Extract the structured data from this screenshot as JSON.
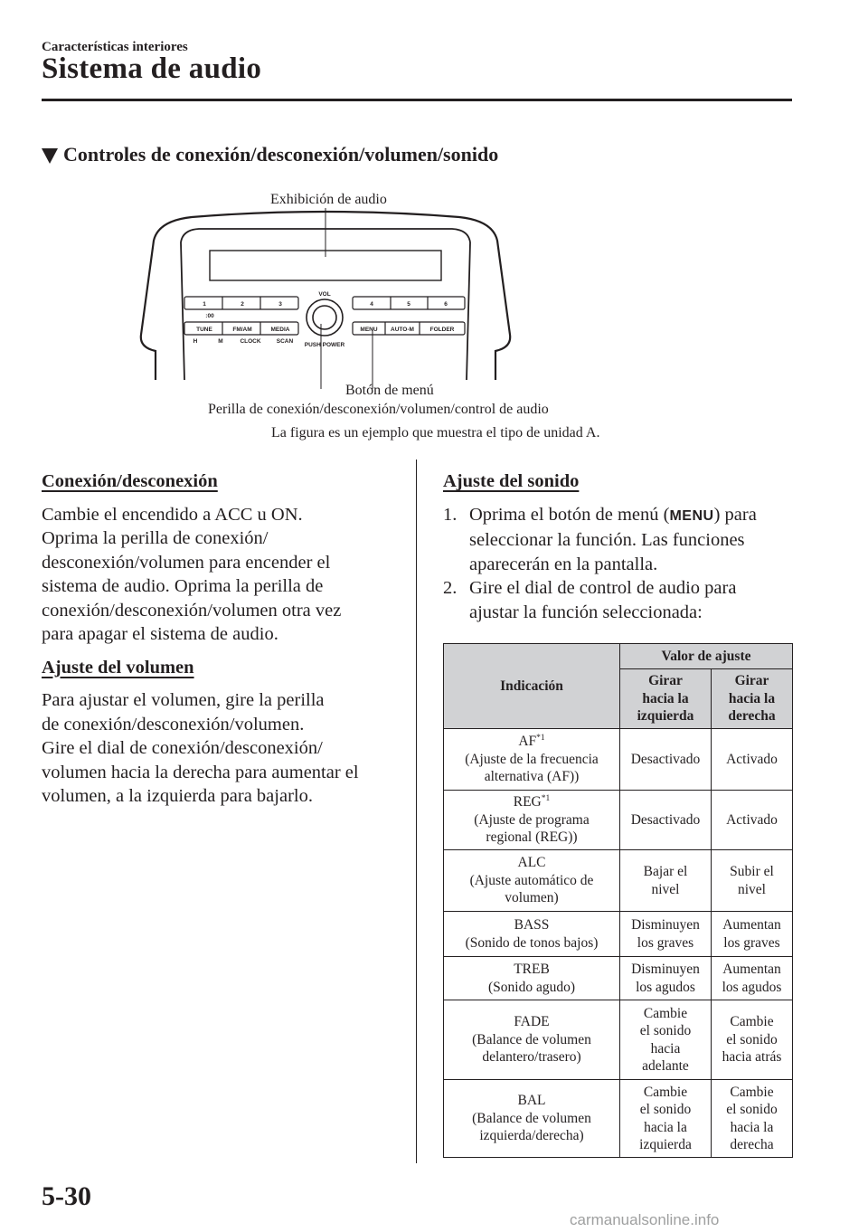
{
  "header": {
    "section_label": "Características interiores",
    "page_title": "Sistema de audio"
  },
  "section": {
    "heading": "Controles de conexión/desconexión/volumen/sonido"
  },
  "figure": {
    "callout_display": "Exhibición de audio",
    "callout_menu_button": "Botón de menú",
    "callout_knob": "Perilla de conexión/desconexión/volumen/control de audio",
    "caption": "La figura es un ejemplo que muestra el tipo de unidad A.",
    "unit_labels": {
      "vol": "VOL",
      "push_power": "PUSH POWER",
      "preset_left": [
        "1",
        "2",
        "3"
      ],
      "preset_right": [
        "4",
        "5",
        "6"
      ],
      "zero_zero": ":00",
      "tune": "TUNE",
      "fm_am": "FM/AM",
      "media": "MEDIA",
      "menu": "MENU",
      "auto_m": "AUTO-M",
      "folder": "FOLDER",
      "h": "H",
      "m": "M",
      "clock": "CLOCK",
      "scan": "SCAN"
    }
  },
  "left_column": {
    "power_heading": "Conexión/desconexión",
    "power_text": [
      "Cambie el encendido a ACC u ON.",
      "Oprima la perilla de conexión/",
      "desconexión/volumen para encender el",
      "sistema de audio. Oprima la perilla de",
      "conexión/desconexión/volumen otra vez",
      "para apagar el sistema de audio."
    ],
    "volume_heading": "Ajuste del volumen",
    "volume_text": [
      "Para ajustar el volumen, gire la perilla",
      "de conexión/desconexión/volumen.",
      "Gire el dial de conexión/desconexión/",
      "volumen hacia la derecha para aumentar el",
      "volumen, a la izquierda para bajarlo."
    ]
  },
  "right_column": {
    "sound_heading": "Ajuste del sonido",
    "steps": [
      {
        "num": "1.",
        "pre": "Oprima el botón de menú (",
        "glyph": "MENU",
        "post": ") para",
        "lines": [
          "seleccionar la función. Las funciones",
          "aparecerán en la pantalla."
        ]
      },
      {
        "num": "2.",
        "pre": "Gire el dial de control de audio para",
        "glyph": "",
        "post": "",
        "lines": [
          "ajustar la función seleccionada:"
        ]
      }
    ]
  },
  "table": {
    "col_indication": "Indicación",
    "col_value": "Valor de ajuste",
    "col_left": [
      "Girar",
      "hacia la",
      "izquierda"
    ],
    "col_right": [
      "Girar",
      "hacia la",
      "derecha"
    ],
    "rows": [
      {
        "code": "AF",
        "sup": "*1",
        "desc": [
          "(Ajuste de la frecuencia",
          "alternativa (AF))"
        ],
        "left": [
          "Desactivado"
        ],
        "right": [
          "Activado"
        ]
      },
      {
        "code": "REG",
        "sup": "*1",
        "desc": [
          "(Ajuste de programa",
          "regional (REG))"
        ],
        "left": [
          "Desactivado"
        ],
        "right": [
          "Activado"
        ]
      },
      {
        "code": "ALC",
        "sup": "",
        "desc": [
          "(Ajuste automático de",
          "volumen)"
        ],
        "left": [
          "Bajar el",
          "nivel"
        ],
        "right": [
          "Subir el",
          "nivel"
        ]
      },
      {
        "code": "BASS",
        "sup": "",
        "desc": [
          "(Sonido de tonos bajos)"
        ],
        "left": [
          "Disminuyen",
          "los graves"
        ],
        "right": [
          "Aumentan",
          "los graves"
        ]
      },
      {
        "code": "TREB",
        "sup": "",
        "desc": [
          "(Sonido agudo)"
        ],
        "left": [
          "Disminuyen",
          "los agudos"
        ],
        "right": [
          "Aumentan",
          "los agudos"
        ]
      },
      {
        "code": "FADE",
        "sup": "",
        "desc": [
          "(Balance de volumen",
          "delantero/trasero)"
        ],
        "left": [
          "Cambie",
          "el sonido",
          "hacia",
          "adelante"
        ],
        "right": [
          "Cambie",
          "el sonido",
          "hacia atrás"
        ]
      },
      {
        "code": "BAL",
        "sup": "",
        "desc": [
          "(Balance de volumen",
          "izquierda/derecha)"
        ],
        "left": [
          "Cambie",
          "el sonido",
          "hacia la",
          "izquierda"
        ],
        "right": [
          "Cambie",
          "el sonido",
          "hacia la",
          "derecha"
        ]
      }
    ]
  },
  "footer": {
    "page_number": "5-30",
    "watermark": "carmanualsonline.info"
  }
}
